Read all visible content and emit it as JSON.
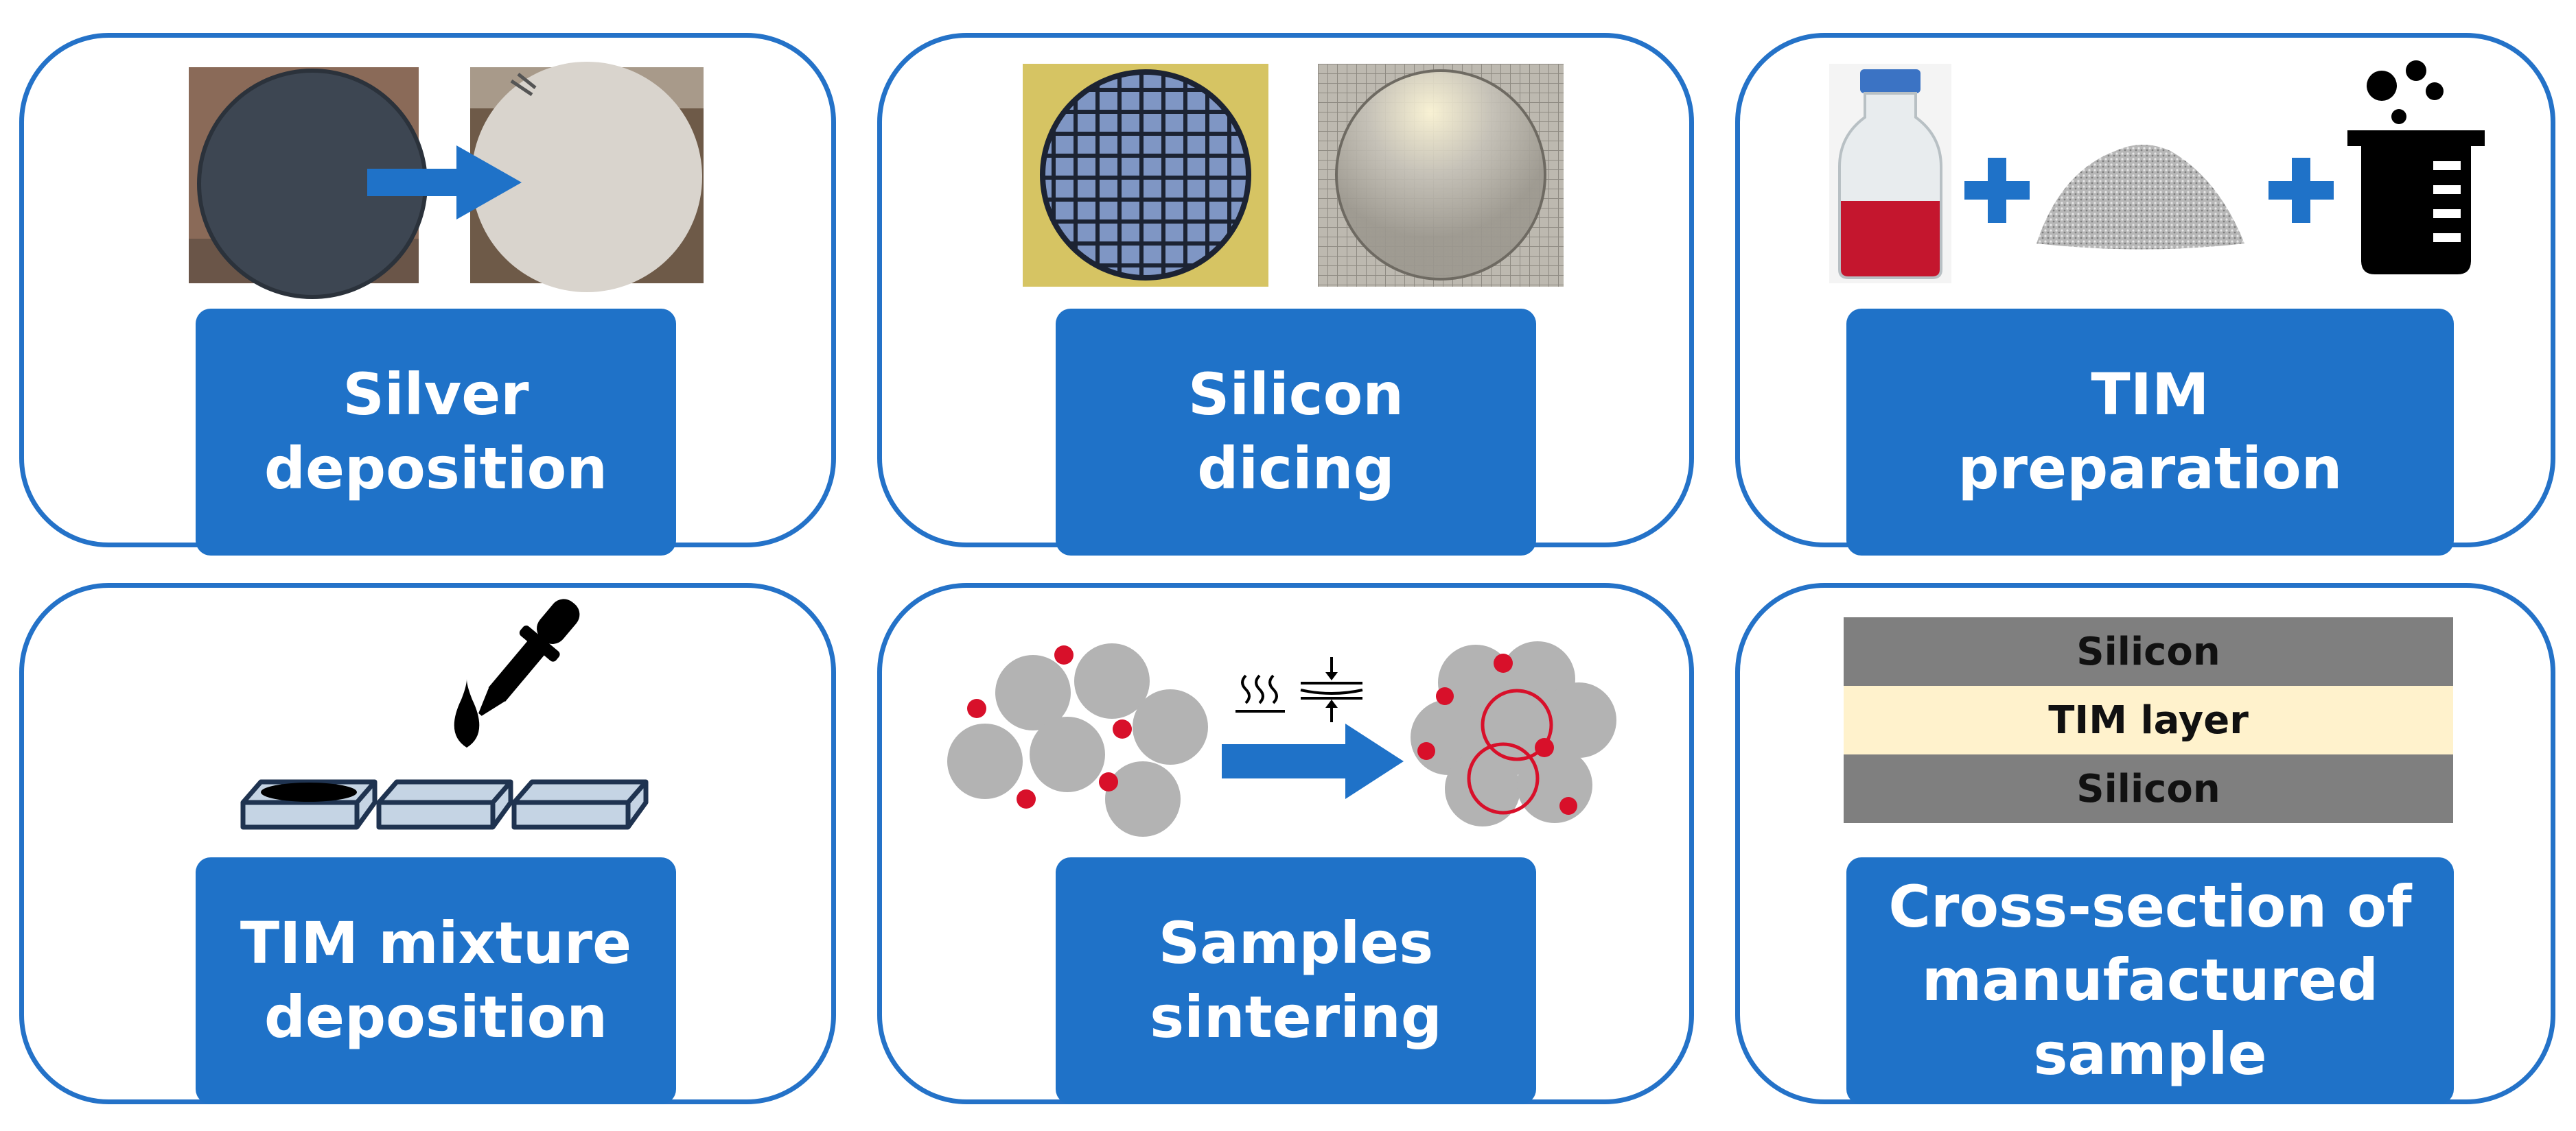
{
  "steps": [
    {
      "label": "Silver\ndeposition"
    },
    {
      "label": "Silicon\ndicing"
    },
    {
      "label": "TIM\npreparation"
    },
    {
      "label": "TIM mixture\ndeposition"
    },
    {
      "label": "Samples\nsintering"
    },
    {
      "label": "Cross-section of\nmanufactured\nsample"
    }
  ],
  "cross_section": {
    "top_layer": "Silicon",
    "middle_layer": "TIM layer",
    "bottom_layer": "Silicon"
  },
  "colors": {
    "panel_border": "#2472c8",
    "label_fill": "#1f72c8",
    "silicon_layer": "#7f7f7f",
    "tim_layer": "#fff2cc",
    "particle_red": "#d8102a"
  },
  "icons": [
    "wafer-photo",
    "silver-wafer-photo",
    "arrow-right-icon",
    "diced-wafer-photo",
    "diced-silver-wafer-photo",
    "solvent-bottle-photo",
    "silver-powder-photo",
    "plus-icon",
    "beaker-icon",
    "dropper-icon",
    "substrate-icon",
    "particles-icon",
    "heat-icon",
    "pressure-icon",
    "sintered-particles-icon"
  ]
}
